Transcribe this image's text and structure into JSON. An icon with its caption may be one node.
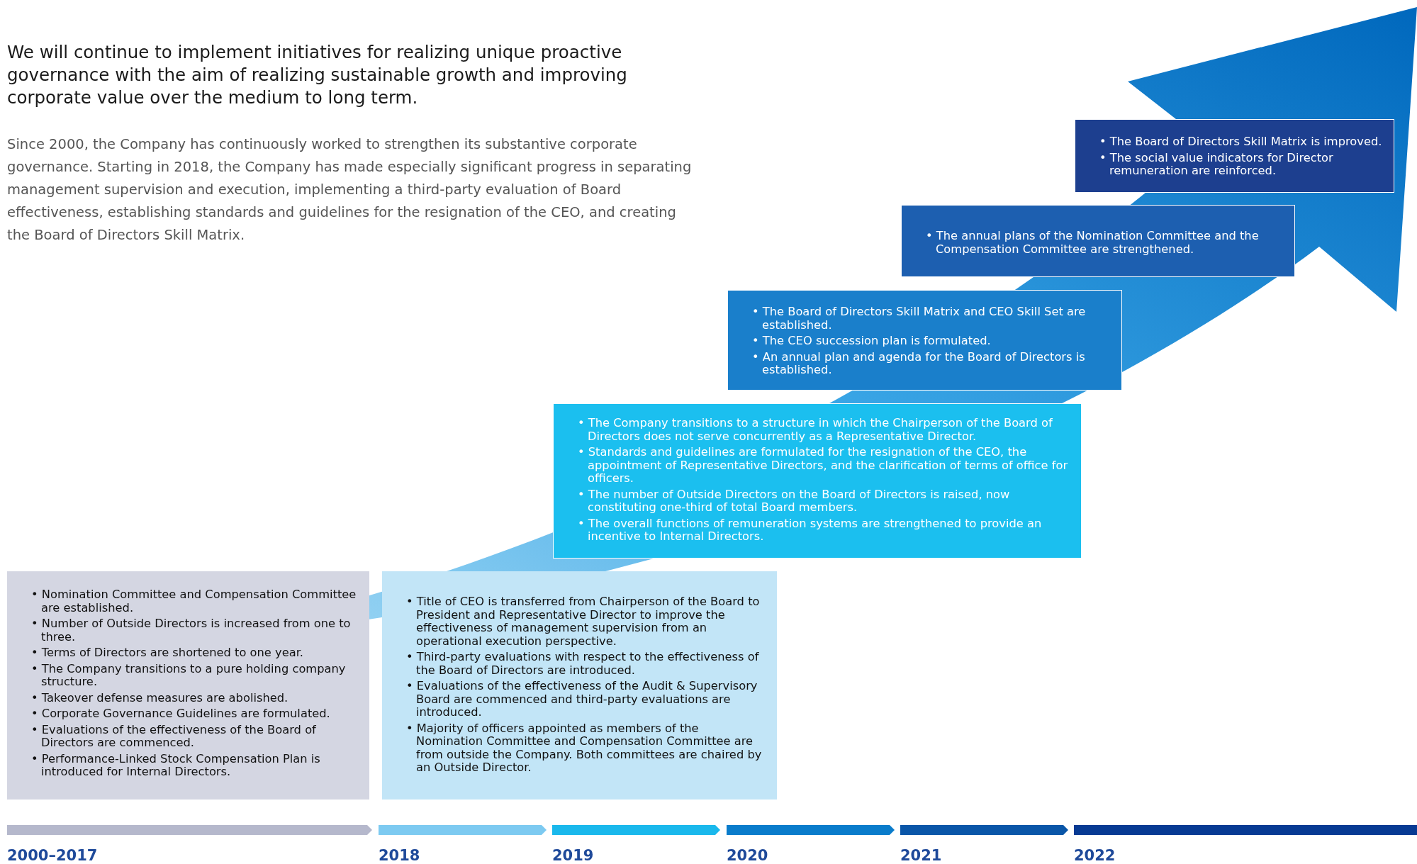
{
  "diagram": {
    "title": "We will continue to implement initiatives for realizing unique proactive governance with the aim of realizing sustainable growth and improving corporate value over the medium to long term.",
    "nodes": [
      {
        "text": [
          "• Nomination Committee and Compensation Committee are established.",
          "• Number of Outside Directors is increased from one to three.",
          "• Terms of Directors are shortened to one year.",
          "• The Company transitions to a pure holding company structure.",
          "• Takeover defense measures are abolished.",
          "• Corporate Governance Guidelines are formulated.",
          "• Evaluations of the effectiveness of the Board of Directors are commenced.",
          "• Performance-Linked Stock Compensation Plan is introduced for Internal Directors."
        ]
      },
      {
        "text": [
          "• Title of CEO is transferred from Chairperson of the Board to President and Representative Director to improve the effectiveness of management supervision from an operational execution perspective.",
          "• Third-party evaluations with respect to the effectiveness of the Board of Directors are introduced.",
          "• Evaluations of the effectiveness of the Audit & Supervisory Board are commenced and third-party evaluations are introduced.",
          "• Majority of officers appointed as members of the Nomination Committee and Compensation Committee are from outside the Company. Both committees are chaired by an Outside Director."
        ]
      },
      {
        "text": [
          "• The Company transitions to a structure in which the Chairperson of the Board of Directors does not serve concurrently as a Representative Director.",
          "• Standards and guidelines are formulated for the resignation of the CEO, the appointment of Representative Directors, and the clarification of terms of office for officers.",
          "• The number of Outside Directors on the Board of Directors is raised, now constituting one-third of total Board members.",
          "• The overall functions of remuneration systems are strengthened to provide an incentive to Internal Directors."
        ]
      },
      {
        "text": [
          "• The Board of Directors Skill Matrix and CEO Skill Set are established.",
          "• The CEO succession plan is formulated.",
          "• An annual plan and agenda for the Board of Directors is established."
        ]
      },
      {
        "text": [
          "• The annual plans of the Nomination Committee and the Compensation Committee are strengthened."
        ]
      },
      {
        "text": [
          "• The Board of Directors Skill Matrix is improved.",
          "• The social value indicators for Director remuneration are reinforced."
        ]
      }
    ],
    "edges": [],
    "labels": [
      "Since 2000, the Company has continuously worked to strengthen its substantive corporate governance. Starting in 2018, the Company has made especially significant progress in separating management supervision and execution, implementing a third-party evaluation of Board effectiveness, establishing standards and guidelines for the resignation of the CEO, and creating the Board of Directors Skill Matrix.",
      "2000–2017",
      "2018",
      "2019",
      "2020",
      "2021",
      "2022"
    ]
  }
}
